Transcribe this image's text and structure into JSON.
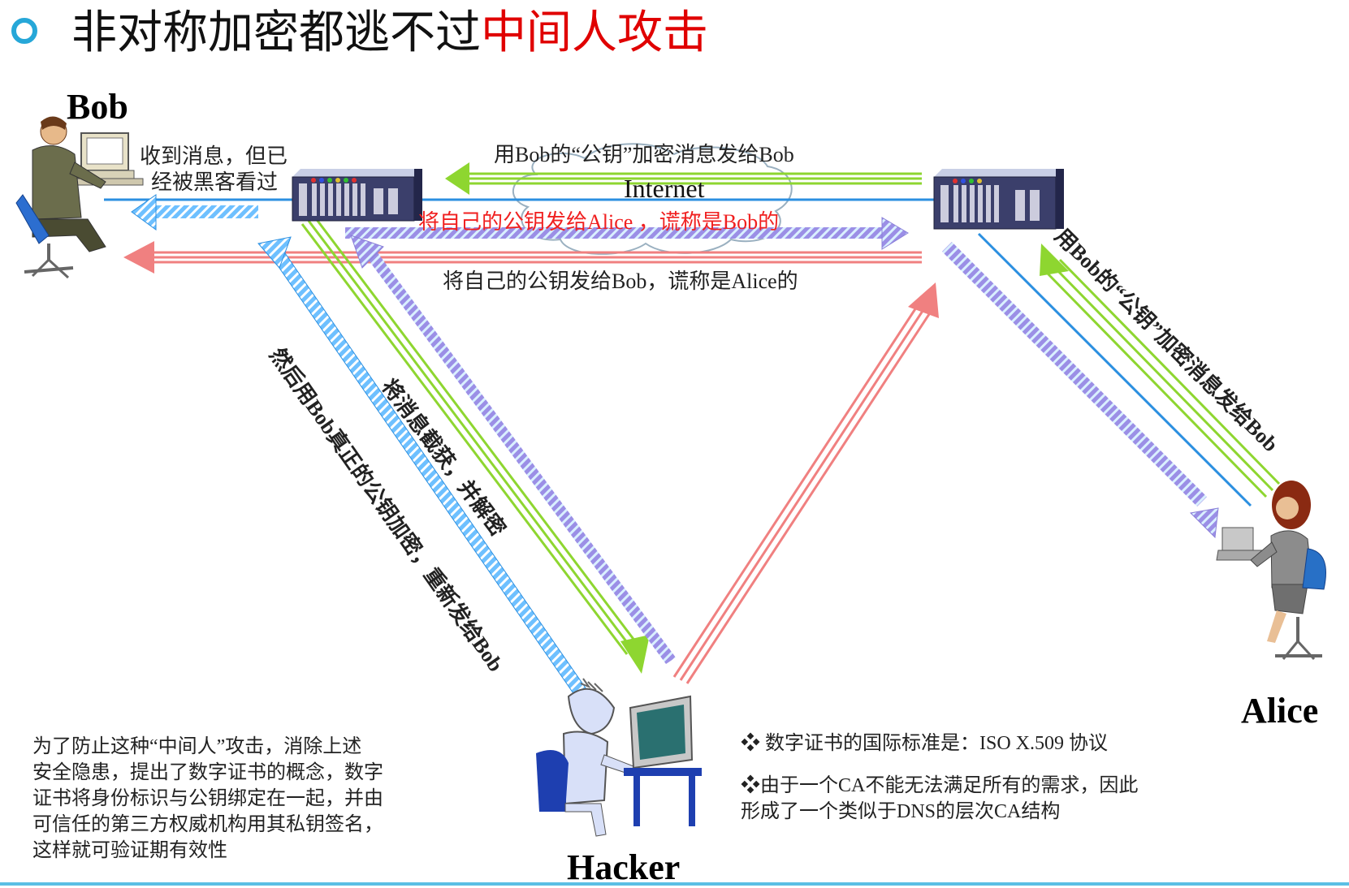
{
  "title": {
    "prefix": "非对称加密都逃不过",
    "highlight": "中间人攻击",
    "highlight_color": "#e00000"
  },
  "actors": {
    "bob": "Bob",
    "alice": "Alice",
    "hacker": "Hacker"
  },
  "internet_label": "Internet",
  "bob_note": {
    "line1": "收到消息，但已",
    "line2": "经被黑客看过"
  },
  "arrow_labels": {
    "top_green": "用Bob的“公钥”加密消息发给Bob",
    "red_alice": "将自己的公钥发给Alice ，谎称是Bob的",
    "bob_fake": "将自己的公钥发给Bob，谎称是Alice的",
    "blue_diag": "然后用Bob真正的公钥加密，重新发给Bob",
    "green_diag": "将消息截获，并解密",
    "alice_side": "用Bob的“公钥”加密消息发给Bob"
  },
  "notes": {
    "left": [
      "为了防止这种“中间人”攻击，消除上述",
      "安全隐患，提出了数字证书的概念，数字",
      "证书将身份标识与公钥绑定在一起，并由",
      "可信任的第三方权威机构用其私钥签名，",
      "这样就可验证期有效性"
    ],
    "right1": "❖ 数字证书的国际标准是：ISO X.509 协议",
    "right2_l1": "❖由于一个CA不能无法满足所有的需求，因此",
    "right2_l2": "形成了一个类似于DNS的层次CA结构"
  },
  "colors": {
    "blue": "#2b8fe0",
    "green": "#8ed630",
    "red": "#f08080",
    "purple": "#8a7fd8",
    "accent": "#26a7d8"
  }
}
